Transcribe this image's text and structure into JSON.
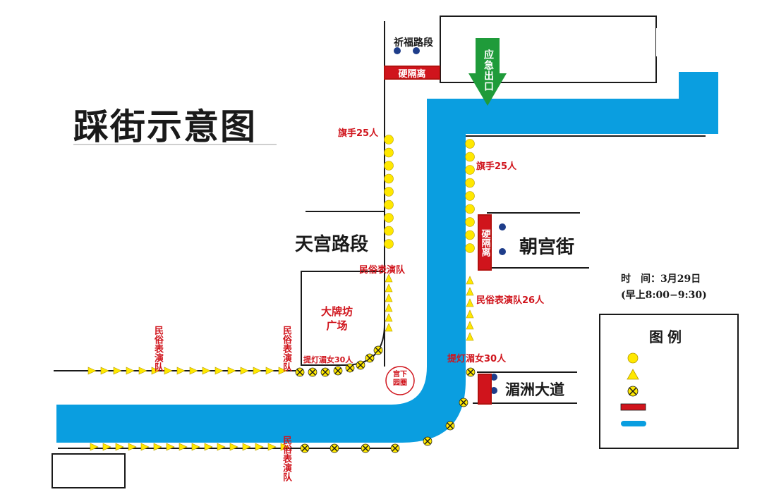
{
  "title": "踩街示意图",
  "roads": {
    "xifu": "祈福路段",
    "tiangong": "天宫路段",
    "chaogong": "朝宫街",
    "meizhou": "湄洲大道",
    "gongxia": "宫下\n园圈",
    "plaza": "大牌坊\n广场"
  },
  "signs": {
    "barrier": "硬隔离",
    "exit": "应急出口"
  },
  "groups": {
    "flag_left": "旗手25人",
    "flag_right": "旗手25人",
    "folk_tiangong": "民俗表演队",
    "folk_right": "民俗表演队26人",
    "lantern_left": "提灯湄女30人",
    "lantern_right": "提灯湄女30人",
    "folk_west1": "民俗表演队",
    "folk_west2": "民俗表演队",
    "folk_south": "民俗表演队"
  },
  "time": {
    "line1": "时　间：3月29日",
    "line2": "(早上8:00−9:30)"
  },
  "legend": {
    "title": "图例"
  },
  "colors": {
    "river": "#0a9ee0",
    "dot": "#ffe800",
    "red": "#d0141c",
    "exit": "#1f9b3a"
  }
}
